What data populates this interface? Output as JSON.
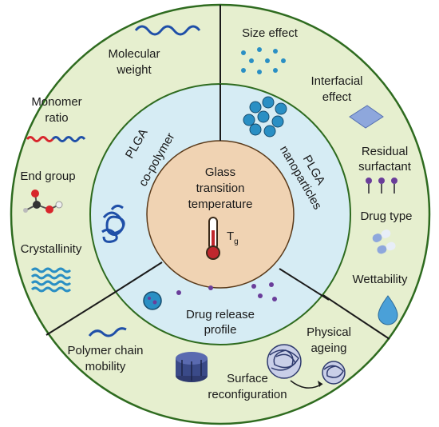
{
  "center": {
    "line1": "Glass",
    "line2": "transition",
    "line3": "temperature",
    "symbol_main": "T",
    "symbol_sub": "g"
  },
  "middle_ring": {
    "left_line1": "PLGA",
    "left_line2": "co-polymer",
    "right_line1": "PLGA",
    "right_line2": "nanoparticles",
    "bottom_line1": "Drug release",
    "bottom_line2": "profile"
  },
  "outer_ring": {
    "molecular_weight": [
      "Molecular",
      "weight"
    ],
    "monomer_ratio": [
      "Monomer",
      "ratio"
    ],
    "end_group": "End group",
    "crystallinity": "Crystallinity",
    "size_effect": "Size effect",
    "interfacial_effect": [
      "Interfacial",
      "effect"
    ],
    "residual_surfactant": [
      "Residual",
      "surfactant"
    ],
    "drug_type": "Drug type",
    "wettability": "Wettability",
    "polymer_chain_mobility": [
      "Polymer chain",
      "mobility"
    ],
    "surface_reconfiguration": [
      "Surface",
      "reconfiguration"
    ],
    "physical_ageing": [
      "Physical",
      "ageing"
    ]
  },
  "colors": {
    "outer_fill": "#e6efcf",
    "ring_border": "#2e6b1f",
    "middle_fill": "#d6ecf4",
    "middle_border": "#2e6b1f",
    "center_fill": "#f0d3b3",
    "center_border": "#5a3a1a",
    "accent_blue": "#2a8fc4",
    "accent_purple": "#6a3d9a"
  }
}
